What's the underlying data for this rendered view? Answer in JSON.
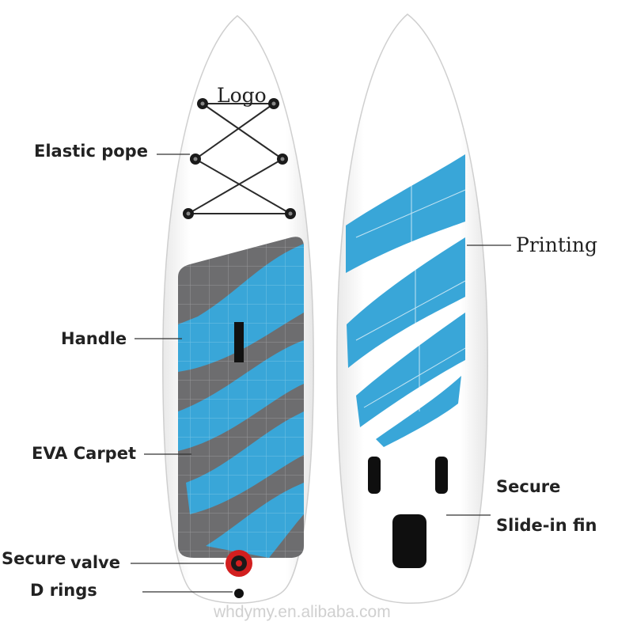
{
  "labels": {
    "logo": "Logo",
    "elastic": "Elastic pope",
    "handle": "Handle",
    "eva": "EVA Carpet",
    "valve_a": "Secure",
    "valve_b": "valve",
    "d_rings": "D rings",
    "printing": "Printing",
    "secure": "Secure",
    "fin": "Slide-in fin"
  },
  "watermark": "whdymy.en.alibaba.com",
  "colors": {
    "board": "#ffffff",
    "board_edge": "#d4d4d4",
    "pad_gray": "#6d6d6f",
    "accent_blue": "#39a6d8",
    "valve_red": "#d21f1f",
    "dark": "#1a1a1a"
  }
}
